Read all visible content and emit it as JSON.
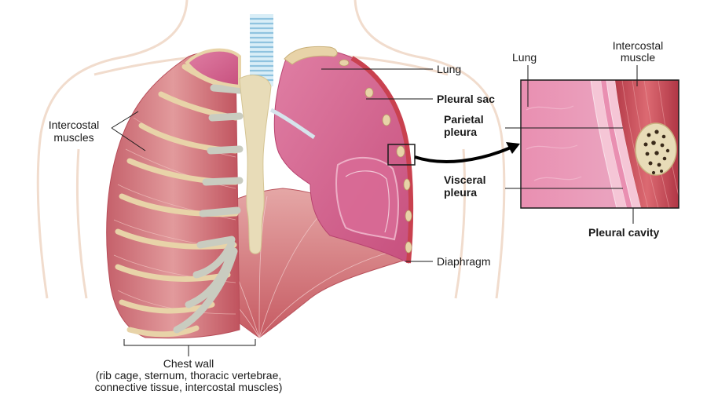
{
  "labels": {
    "lung": "Lung",
    "pleural_sac": "Pleural sac",
    "parietal_pleura_1": "Parietal",
    "parietal_pleura_2": "pleura",
    "visceral_pleura_1": "Visceral",
    "visceral_pleura_2": "pleura",
    "diaphragm": "Diaphragm",
    "intercostal_muscles_1": "Intercostal",
    "intercostal_muscles_2": "muscles",
    "inset_lung": "Lung",
    "inset_intercostal_muscle_1": "Intercostal",
    "inset_intercostal_muscle_2": "muscle",
    "pleural_cavity": "Pleural cavity",
    "chest_wall_title": "Chest wall",
    "chest_wall_detail_1": "(rib cage, sternum, thoracic vertebrae,",
    "chest_wall_detail_2": "connective tissue, intercostal muscles)"
  },
  "colors": {
    "lung_pink": "#d9638f",
    "muscle_red": "#c8505a",
    "rib_tan": "#e8d3a8",
    "cartilage_gray": "#c9ccc0",
    "bone_beige": "#e8dcb8",
    "trachea_blue": "#a9d4ea",
    "body_outline": "#f1dccd"
  }
}
